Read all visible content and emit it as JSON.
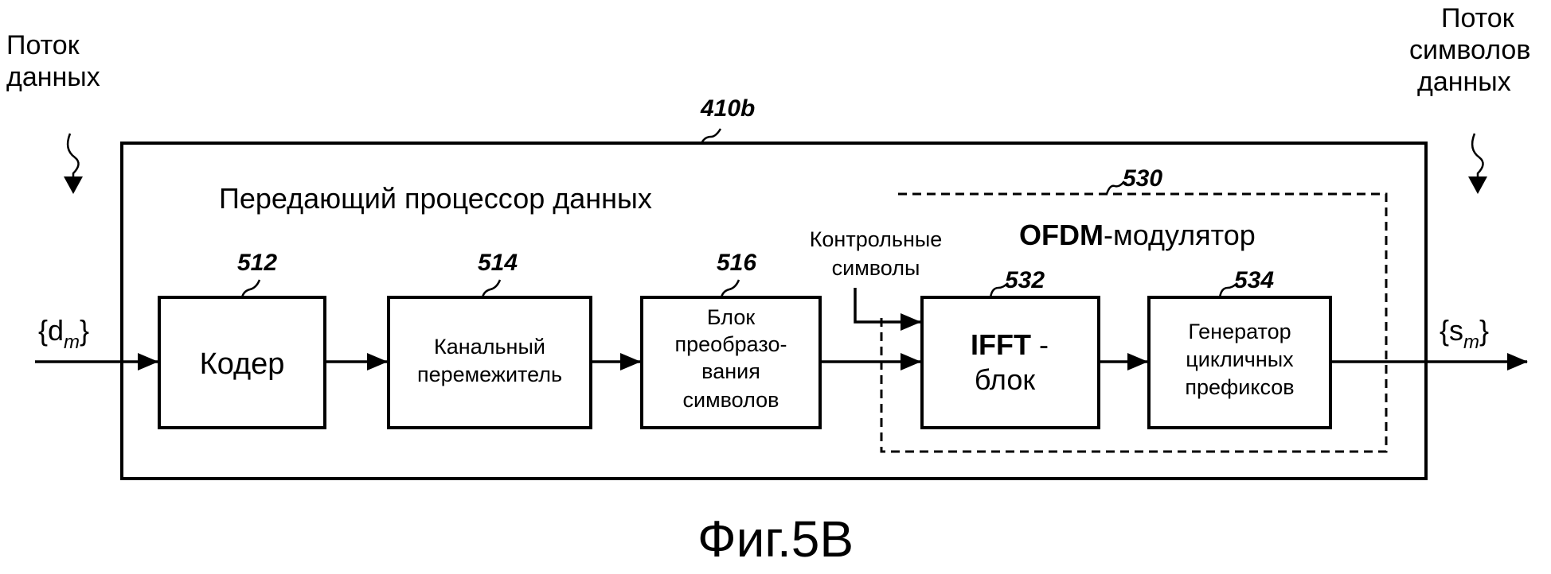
{
  "input_stream": {
    "line1": "Поток",
    "line2": "данных"
  },
  "output_stream": {
    "line1": "Поток",
    "line2": "символов",
    "line3": "данных"
  },
  "processor": {
    "ref": "410b",
    "title": "Передающий процессор данных"
  },
  "input_signal": {
    "base": "{d",
    "sub": "m",
    "close": "}"
  },
  "output_signal": {
    "base": "{s",
    "sub": "m",
    "close": "}"
  },
  "blocks": {
    "coder": {
      "ref": "512",
      "label": "Кодер"
    },
    "interleaver": {
      "ref": "514",
      "line1": "Канальный",
      "line2": "перемежитель"
    },
    "mapper": {
      "ref": "516",
      "line1": "Блок",
      "line2": "преобразо-",
      "line3": "вания",
      "line4": "символов"
    },
    "ifft": {
      "ref": "532",
      "line1a": "IFFT",
      "line1b": "-",
      "line2": "блок"
    },
    "cp_gen": {
      "ref": "534",
      "line1": "Генератор",
      "line2": "цикличных",
      "line3": "префиксов"
    }
  },
  "pilots": {
    "line1": "Контрольные",
    "line2": "символы"
  },
  "ofdm_modulator": {
    "ref": "530",
    "label_a": "OFDM",
    "label_b": "-модулятор"
  },
  "figure_caption": "Фиг.5B"
}
